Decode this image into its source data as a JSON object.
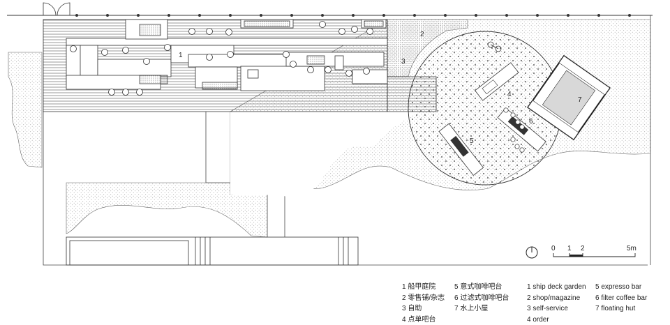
{
  "plan": {
    "zone_numbers": [
      "1",
      "2",
      "3",
      "4",
      "5",
      "6",
      "7"
    ],
    "scale_bar": {
      "ticks": [
        "0",
        "1",
        "2",
        "5m"
      ]
    },
    "north_icon": "north-arrow-icon"
  },
  "legend": {
    "chinese": [
      "1 船甲庭院",
      "2 零售铺/杂志",
      "3 自助",
      "4 点单吧台",
      "5 意式咖啡吧台",
      "6 过滤式咖啡吧台",
      "7 水上小屋"
    ],
    "english": [
      "1 ship deck garden",
      "2 shop/magazine",
      "3 self-service",
      "4 order",
      "5 expresso bar",
      "6 filter coffee bar",
      "7 floating hut"
    ]
  }
}
